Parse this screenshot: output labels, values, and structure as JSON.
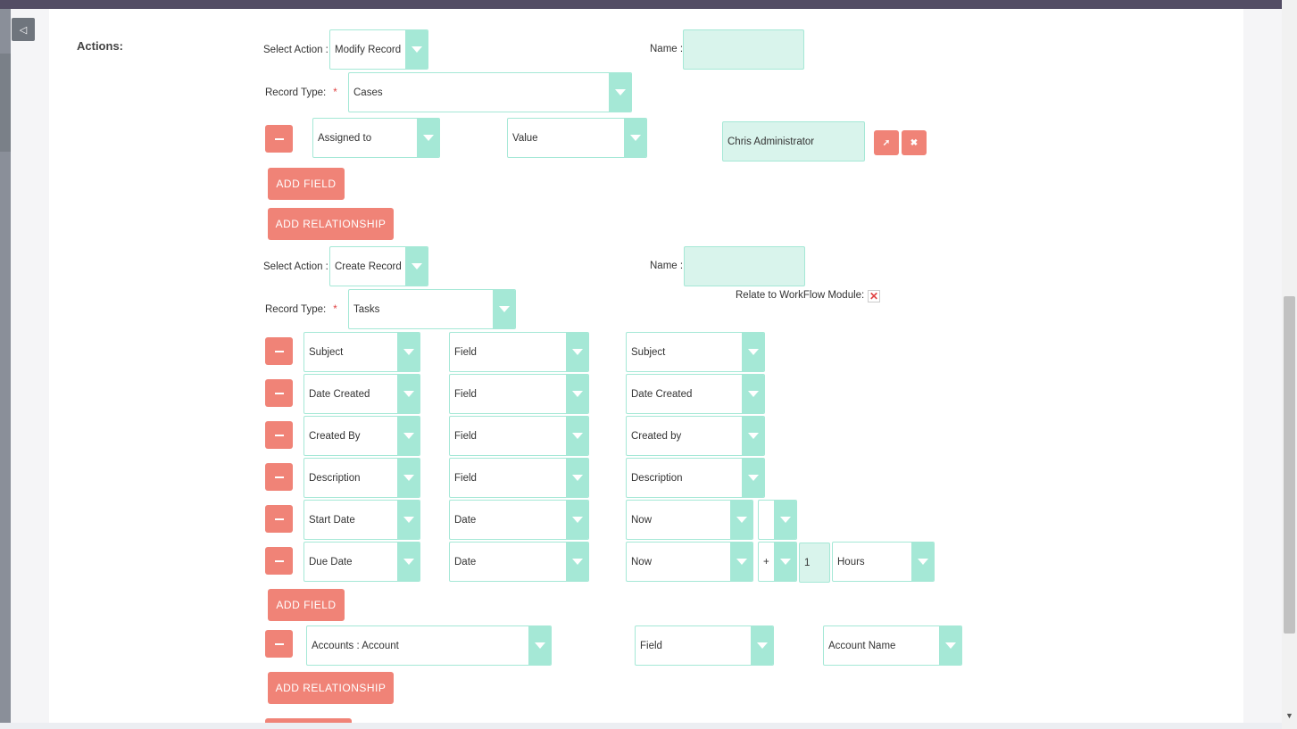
{
  "actions_label": "Actions:",
  "action1": {
    "select_action_label": "Select Action :",
    "select_action_value": "Modify Record",
    "name_label": "Name :",
    "name_value": "",
    "record_type_label": "Record Type:",
    "required_mark": "*",
    "record_type_value": "Cases",
    "field_row": {
      "field": "Assigned to",
      "type": "Value",
      "value": "Chris Administrator"
    },
    "add_field": "ADD FIELD",
    "add_relationship": "ADD RELATIONSHIP"
  },
  "action2": {
    "select_action_label": "Select Action :",
    "select_action_value": "Create Record",
    "name_label": "Name :",
    "name_value": "",
    "relate_label": "Relate to WorkFlow Module:",
    "record_type_label": "Record Type:",
    "required_mark": "*",
    "record_type_value": "Tasks",
    "rows": [
      {
        "field": "Subject",
        "type": "Field",
        "value": "Subject"
      },
      {
        "field": "Date Created",
        "type": "Field",
        "value": "Date Created"
      },
      {
        "field": "Created By",
        "type": "Field",
        "value": "Created by"
      },
      {
        "field": "Description",
        "type": "Field",
        "value": "Description"
      },
      {
        "field": "Start Date",
        "type": "Date",
        "value": "Now",
        "op": ""
      },
      {
        "field": "Due Date",
        "type": "Date",
        "value": "Now",
        "op": "+",
        "amount": "1",
        "unit": "Hours"
      }
    ],
    "add_field": "ADD FIELD",
    "relationship": {
      "module": "Accounts : Account",
      "type": "Field",
      "value": "Account Name"
    },
    "add_relationship": "ADD RELATIONSHIP"
  },
  "icons": {
    "toggle": "triangle-left-icon",
    "select": "cursor-arrow-icon",
    "clear": "x-icon"
  }
}
